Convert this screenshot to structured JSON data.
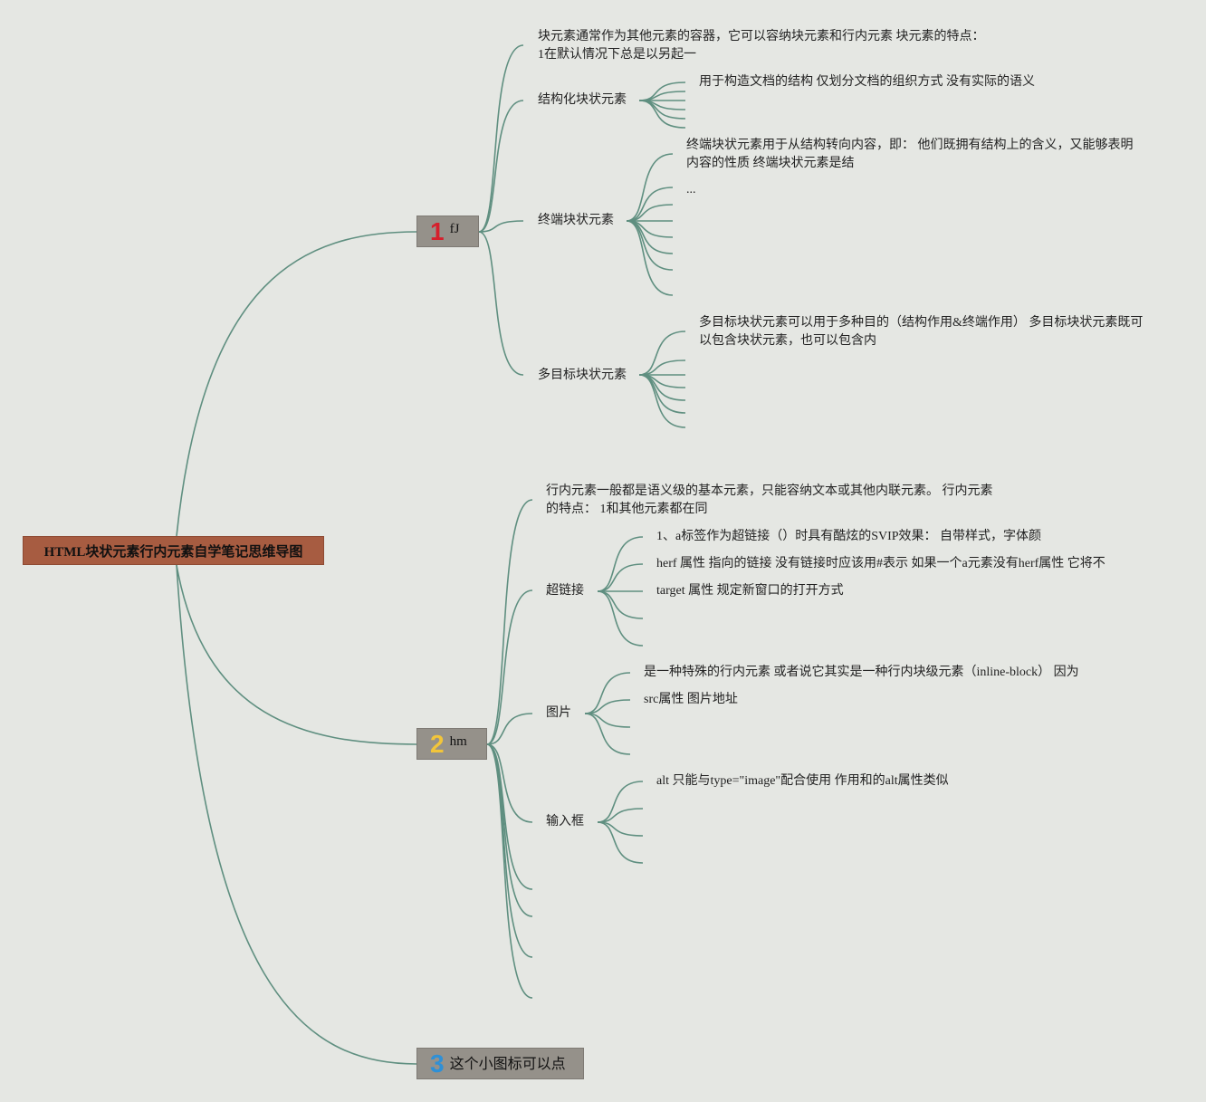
{
  "root": {
    "title": "HTML块状元素行内元素自学笔记思维导图",
    "color": "#a75c41"
  },
  "branches": [
    {
      "number": "1",
      "number_color": "#d61f2c",
      "label": "fJ",
      "intro": [
        "块元素通常作为其他元素的容器，它可以容纳块元素和行内元素 块元素的特点：",
        "1在默认情况下总是以另起一"
      ],
      "children": [
        {
          "label": "结构化块状元素",
          "leaves": [
            "用于构造文档的结构 仅划分文档的组织方式 没有实际的语义"
          ]
        },
        {
          "label": "终端块状元素",
          "leaves": [
            "终端块状元素用于从结构转向内容，即： 他们既拥有结构上的含义，又能够表明",
            "内容的性质 终端块状元素是结",
            "..."
          ]
        },
        {
          "label": "多目标块状元素",
          "leaves": [
            "多目标块状元素可以用于多种目的（结构作用&终端作用） 多目标块状元素既可",
            "以包含块状元素，也可以包含内"
          ]
        }
      ]
    },
    {
      "number": "2",
      "number_color": "#f2c53a",
      "label": "hm",
      "intro": [
        "行内元素一般都是语义级的基本元素，只能容纳文本或其他内联元素。 行内元素",
        "的特点： 1和其他元素都在同"
      ],
      "children": [
        {
          "label": "超链接",
          "leaves": [
            "1、a标签作为超链接（）时具有酷炫的SVIP效果： 自带样式，字体颜",
            "herf 属性 指向的链接 没有链接时应该用#表示 如果一个a元素没有herf属性 它将不",
            "target 属性 规定新窗口的打开方式"
          ]
        },
        {
          "label": "图片",
          "leaves": [
            "是一种特殊的行内元素 或者说它其实是一种行内块级元素（inline-block） 因为",
            "src属性 图片地址"
          ]
        },
        {
          "label": "输入框",
          "leaves": [
            "alt 只能与type=\"image\"配合使用 作用和的alt属性类似"
          ]
        }
      ]
    },
    {
      "number": "3",
      "number_color": "#2f90d6",
      "label": "这个小图标可以点"
    }
  ]
}
